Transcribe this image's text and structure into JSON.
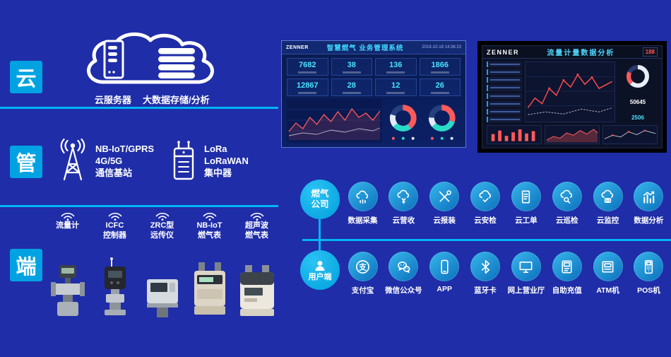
{
  "colors": {
    "background": "#1f2da8",
    "accent_cyan": "#00a2e2",
    "line_cyan": "#00b4f2",
    "dashboard_red": "#ff5a5a",
    "dashboard_teal": "#2bd9c7"
  },
  "tiers": {
    "cloud_badge": "云",
    "pipe_badge": "管",
    "device_badge": "端"
  },
  "cloud_layer": {
    "server_label": "云服务器",
    "storage_label": "大数据存储/分析"
  },
  "network_layer": {
    "base_station": {
      "line1": "NB-IoT/GPRS",
      "line2": "4G/5G",
      "line3": "通信基站"
    },
    "concentrator": {
      "line1": "LoRa",
      "line2": "LoRaWAN",
      "line3": "集中器"
    }
  },
  "device_layer": {
    "devices": [
      {
        "name": "流量计",
        "name2": "",
        "icon": "signal-icon"
      },
      {
        "name": "ICFC",
        "name2": "控制器",
        "icon": "signal-icon"
      },
      {
        "name": "ZRC型",
        "name2": "远传仪",
        "icon": "signal-icon"
      },
      {
        "name": "NB-IoT",
        "name2": "燃气表",
        "icon": "signal-icon"
      },
      {
        "name": "超声波",
        "name2": "燃气表",
        "icon": "signal-icon"
      }
    ]
  },
  "dashboards": {
    "left": {
      "brand": "ZENNER",
      "title": "智慧燃气 业务管理系统",
      "timestamp": "2019-10-18 14:36:23",
      "stats_row1": [
        "7682",
        "38",
        "136",
        "1866"
      ],
      "stats_row2": [
        "12867",
        "28",
        "12",
        "26"
      ]
    },
    "right": {
      "brand": "ZENNER",
      "title": "流量计量数据分析",
      "stat1": "188",
      "stat2": "50645",
      "stat3": "2506"
    }
  },
  "company_row": {
    "label": "燃气公司",
    "items": [
      {
        "label": "数据采集",
        "icon": "cloud-collect-icon"
      },
      {
        "label": "云营收",
        "icon": "cloud-revenue-icon"
      },
      {
        "label": "云报装",
        "icon": "tools-icon"
      },
      {
        "label": "云安检",
        "icon": "cloud-check-icon"
      },
      {
        "label": "云工单",
        "icon": "work-order-icon"
      },
      {
        "label": "云巡检",
        "icon": "cloud-search-icon"
      },
      {
        "label": "云监控",
        "icon": "cloud-camera-icon"
      },
      {
        "label": "数据分析",
        "icon": "bar-chart-icon"
      }
    ]
  },
  "user_row": {
    "label": "用户端",
    "items": [
      {
        "label": "支付宝",
        "icon": "alipay-icon",
        "glyph": "支"
      },
      {
        "label": "微信公众号",
        "icon": "wechat-icon"
      },
      {
        "label": "APP",
        "icon": "smartphone-icon"
      },
      {
        "label": "蓝牙卡",
        "icon": "bluetooth-icon"
      },
      {
        "label": "网上营业厅",
        "icon": "monitor-icon"
      },
      {
        "label": "自助充值",
        "icon": "kiosk-icon"
      },
      {
        "label": "ATM机",
        "icon": "atm-icon"
      },
      {
        "label": "POS机",
        "icon": "pos-icon"
      }
    ]
  }
}
